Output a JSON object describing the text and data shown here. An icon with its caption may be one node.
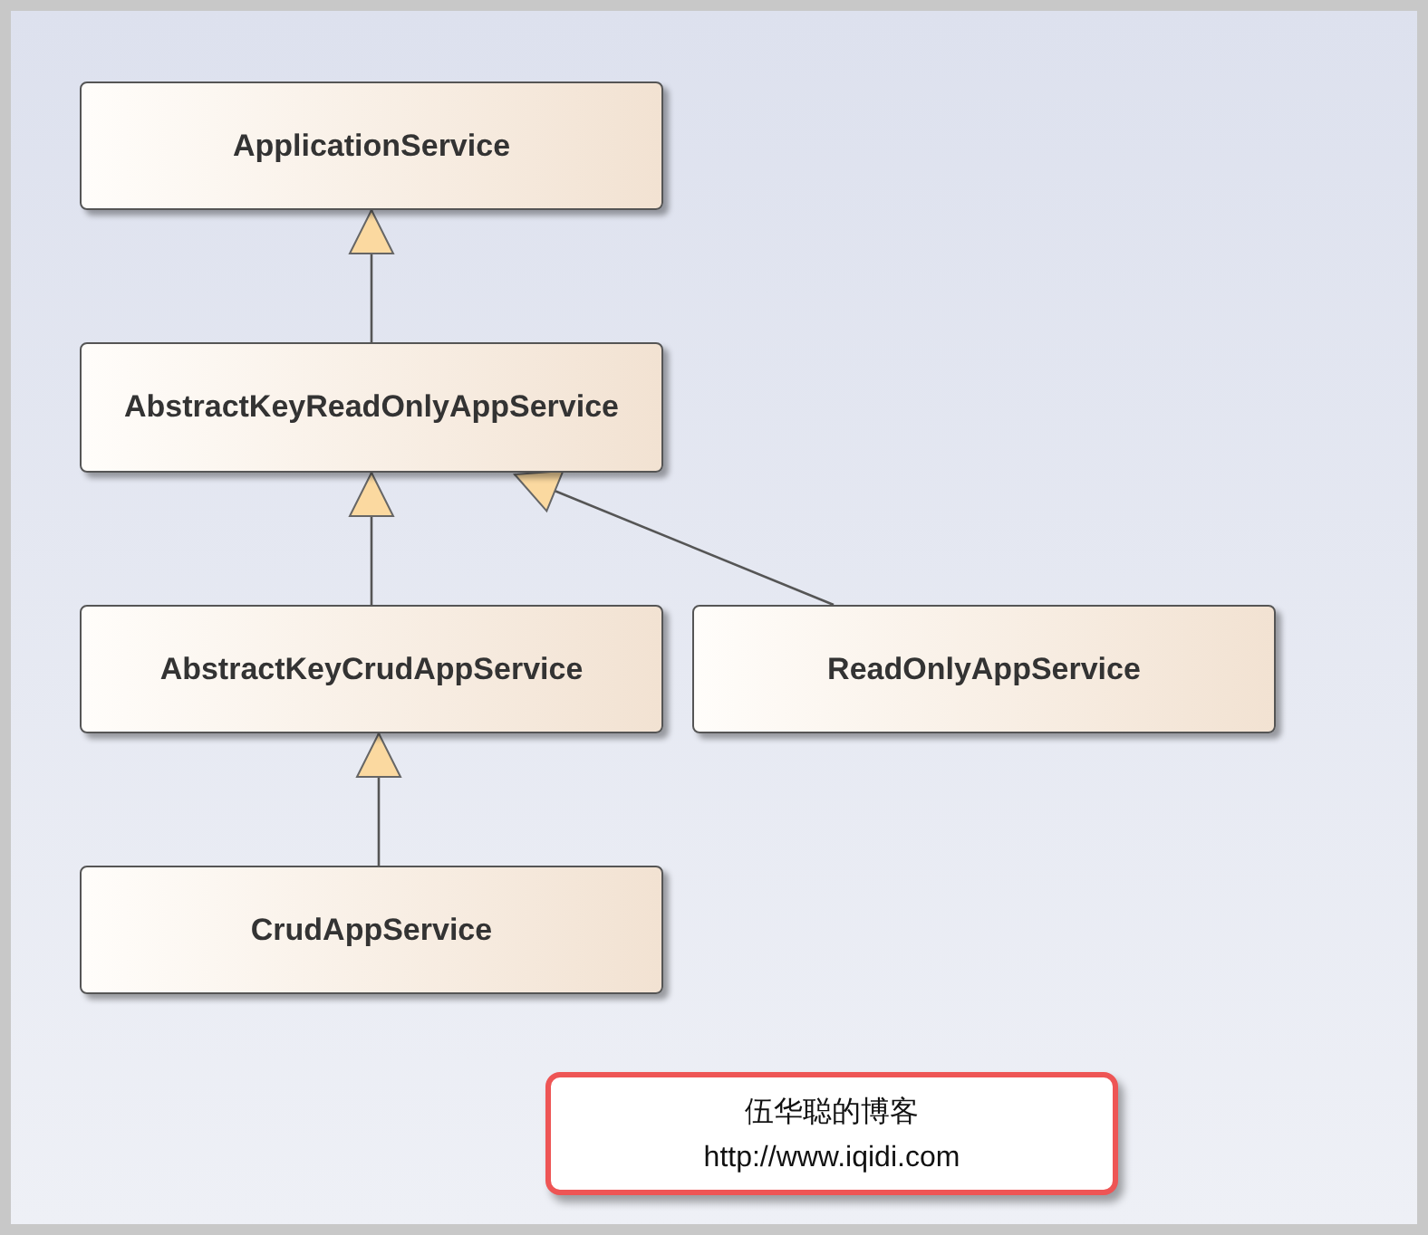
{
  "diagram": {
    "nodes": [
      {
        "text": [
          "ApplicationService"
        ]
      },
      {
        "text": [
          "AbstractKeyReadOnlyAppService"
        ]
      },
      {
        "text": [
          "AbstractKeyCrudAppService"
        ]
      },
      {
        "text": [
          "ReadOnlyAppService"
        ]
      },
      {
        "text": [
          "CrudAppService"
        ]
      },
      {
        "text": [
          "伍华聪的博客",
          "http://www.iqidi.com"
        ]
      }
    ],
    "edges": [
      {
        "from": 1,
        "to": 0,
        "arrow": "to"
      },
      {
        "from": 2,
        "to": 1,
        "arrow": "to"
      },
      {
        "from": 3,
        "to": 1,
        "arrow": "to"
      },
      {
        "from": 4,
        "to": 2,
        "arrow": "to"
      }
    ]
  }
}
